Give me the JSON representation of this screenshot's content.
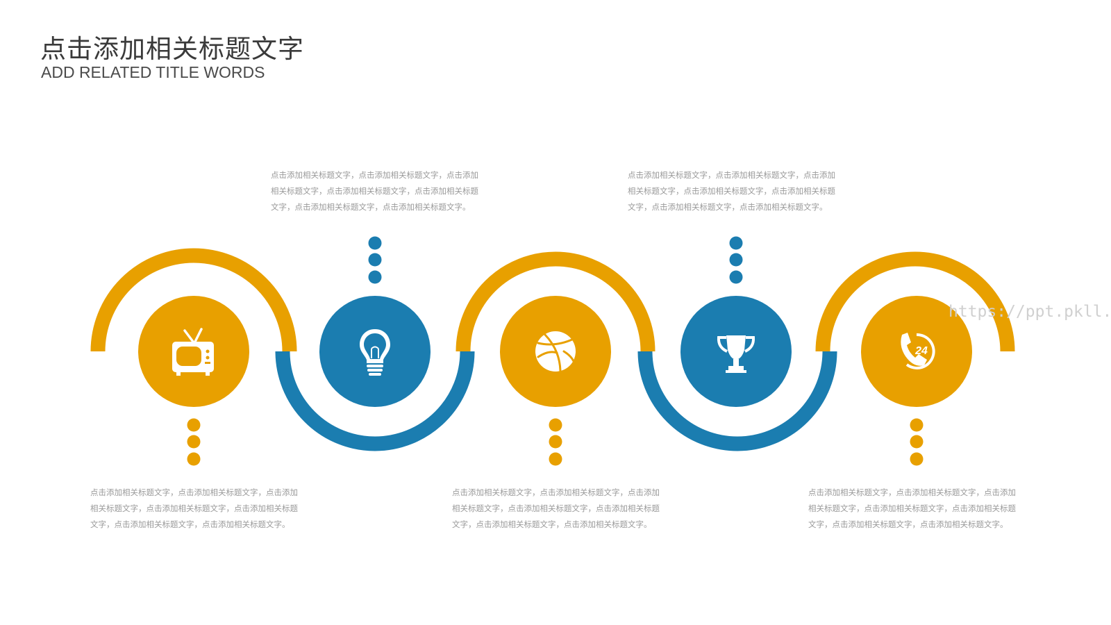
{
  "header": {
    "title": "点击添加相关标题文字",
    "subtitle": "ADD RELATED TITLE WORDS"
  },
  "colors": {
    "orange": "#E8A000",
    "blue": "#1B7DB0",
    "text_gray": "#9A9A9A"
  },
  "steps": [
    {
      "icon": "tv-icon",
      "color": "orange",
      "text_position": "bottom",
      "text": "点击添加相关标题文字，点击添加相关标题文字，点击添加相关标题文字，点击添加相关标题文字，点击添加相关标题文字，点击添加相关标题文字，点击添加相关标题文字。"
    },
    {
      "icon": "light-bulb-icon",
      "color": "blue",
      "text_position": "top",
      "text": "点击添加相关标题文字，点击添加相关标题文字，点击添加相关标题文字，点击添加相关标题文字，点击添加相关标题文字，点击添加相关标题文字，点击添加相关标题文字。"
    },
    {
      "icon": "dribbble-ball-icon",
      "color": "orange",
      "text_position": "bottom",
      "text": "点击添加相关标题文字，点击添加相关标题文字，点击添加相关标题文字，点击添加相关标题文字，点击添加相关标题文字，点击添加相关标题文字，点击添加相关标题文字。"
    },
    {
      "icon": "trophy-icon",
      "color": "blue",
      "text_position": "top",
      "text": "点击添加相关标题文字，点击添加相关标题文字，点击添加相关标题文字，点击添加相关标题文字，点击添加相关标题文字，点击添加相关标题文字，点击添加相关标题文字。"
    },
    {
      "icon": "phone-24-hours-icon",
      "color": "orange",
      "text_position": "bottom",
      "text": "点击添加相关标题文字，点击添加相关标题文字，点击添加相关标题文字，点击添加相关标题文字，点击添加相关标题文字，点击添加相关标题文字，点击添加相关标题文字。"
    }
  ],
  "watermark": "https://ppt.pkll.de"
}
